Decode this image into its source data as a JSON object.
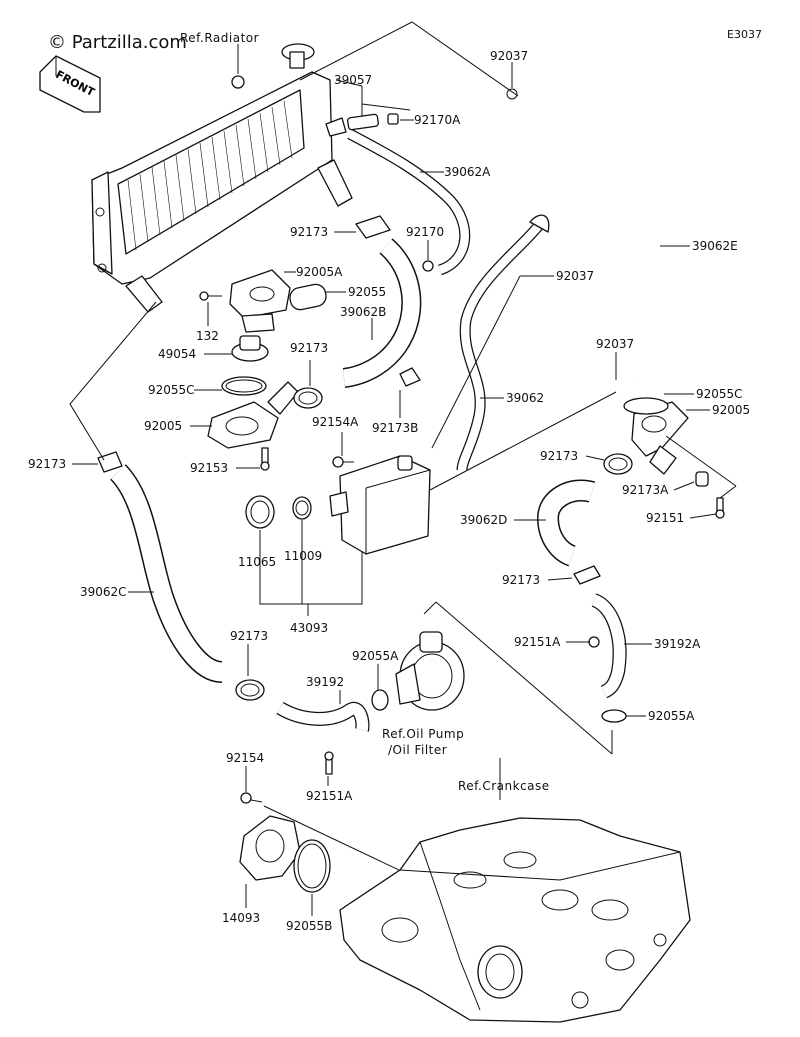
{
  "watermark": "© Partzilla.com",
  "diagram_code": "E3037",
  "front_badge": "FRONT",
  "references": {
    "radiator": "Ref.Radiator",
    "oil_pump_1": "Ref.Oil Pump",
    "oil_pump_2": "/Oil Filter",
    "crankcase": "Ref.Crankcase"
  },
  "labels": {
    "p39057": "39057",
    "p92170A": "92170A",
    "p92037_top": "92037",
    "p39062A": "39062A",
    "p92173_a": "92173",
    "p92170": "92170",
    "p92037_mid": "92037",
    "p39062E": "39062E",
    "p92005A": "92005A",
    "p92055": "92055",
    "p132": "132",
    "p39062B": "39062B",
    "p49054": "49054",
    "p92173_b": "92173",
    "p92037_r": "92037",
    "p92055C_l": "92055C",
    "p92055C_r": "92055C",
    "p39062": "39062",
    "p92005": "92005",
    "p92005_r": "92005",
    "p92154A": "92154A",
    "p92173B": "92173B",
    "p92173_c": "92173",
    "p92173_left": "92173",
    "p92153": "92153",
    "p92173A": "92173A",
    "p92151": "92151",
    "p39062D": "39062D",
    "p11065": "11065",
    "p11009": "11009",
    "p92173_d": "92173",
    "p39062C": "39062C",
    "p43093": "43093",
    "p92151A_r": "92151A",
    "p39192A": "39192A",
    "p92173_e": "92173",
    "p92055A_l": "92055A",
    "p39192": "39192",
    "p92055A_r": "92055A",
    "p92154": "92154",
    "p92151A_b": "92151A",
    "p14093": "14093",
    "p92055B": "92055B"
  }
}
